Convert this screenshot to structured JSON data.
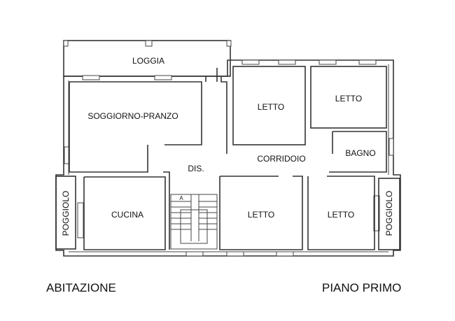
{
  "plan": {
    "rooms": {
      "loggia": "LOGGIA",
      "soggiorno": "SOGGIORNO-PRANZO",
      "letto_top_left": "LETTO",
      "letto_top_right": "LETTO",
      "bagno": "BAGNO",
      "corridoio": "CORRIDOIO",
      "dis": "DIS.",
      "cucina": "CUCINA",
      "letto_bottom_left": "LETTO",
      "letto_bottom_right": "LETTO",
      "poggiolo_left": "POGGIOLO",
      "poggiolo_right": "POGGIOLO"
    },
    "stair_mark": "A"
  },
  "captions": {
    "left": "ABITAZIONE",
    "right": "PIANO PRIMO"
  }
}
